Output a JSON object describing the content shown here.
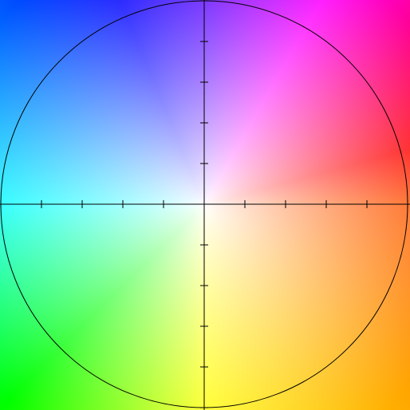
{
  "color_wheel": {
    "outline_color": "#000000",
    "hue_stops": [
      {
        "hue_deg": 0,
        "color": "#ff0000"
      },
      {
        "hue_deg": 60,
        "color": "#ffff00"
      },
      {
        "hue_deg": 120,
        "color": "#00ff00"
      },
      {
        "hue_deg": 180,
        "color": "#00ffff"
      },
      {
        "hue_deg": 240,
        "color": "#0000ff"
      },
      {
        "hue_deg": 300,
        "color": "#ff00ff"
      }
    ],
    "center_color": "#ffffff",
    "ticks_per_half_axis": 5
  }
}
